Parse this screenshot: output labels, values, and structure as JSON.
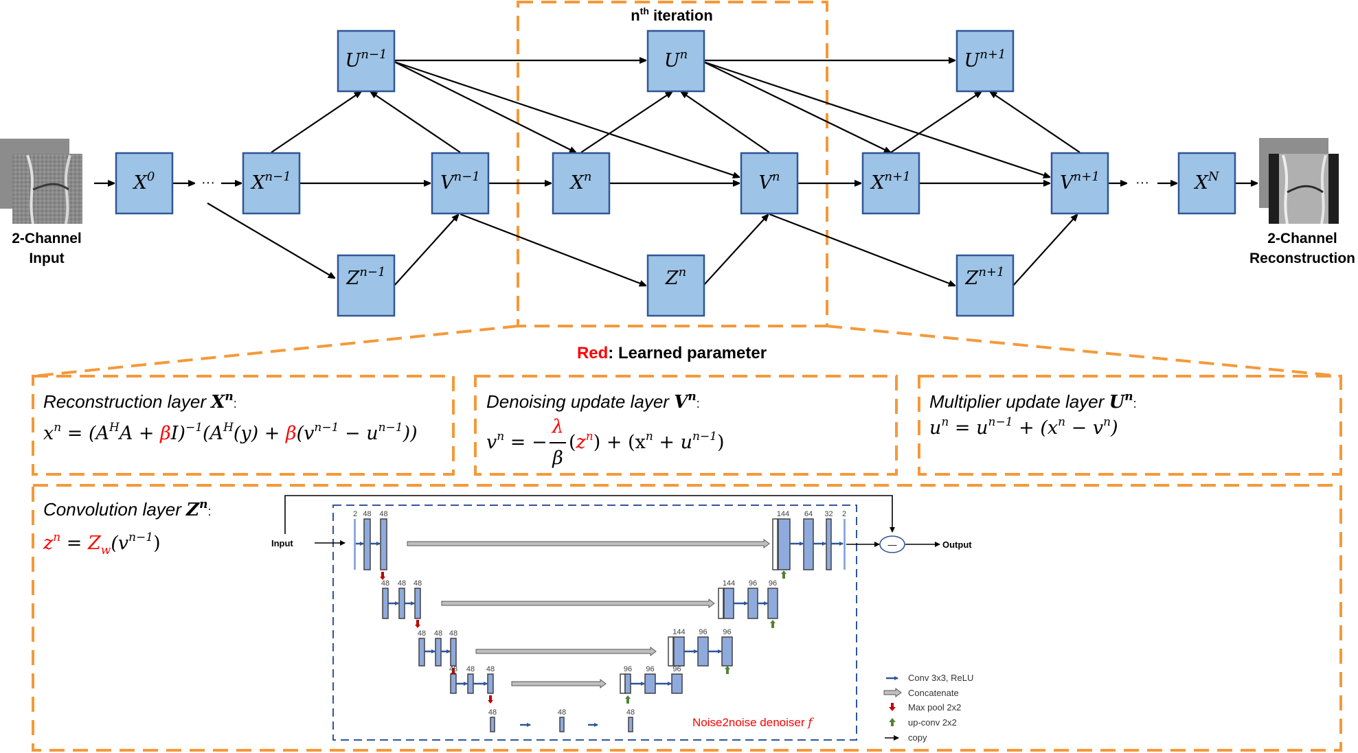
{
  "title": {
    "iteration_label": "n",
    "iteration_sup": "th",
    "iteration_rest": " iteration"
  },
  "input": {
    "line1": "2-Channel",
    "line2": "Input"
  },
  "output": {
    "line1": "2-Channel",
    "line2": "Reconstruction"
  },
  "nodes": {
    "x0": {
      "base": "X",
      "sup": "0"
    },
    "xnm1": {
      "base": "X",
      "sup": "n−1"
    },
    "vnm1": {
      "base": "V",
      "sup": "n−1"
    },
    "xn": {
      "base": "X",
      "sup": "n"
    },
    "vn": {
      "base": "V",
      "sup": "n"
    },
    "xnp1": {
      "base": "X",
      "sup": "n+1"
    },
    "vnp1": {
      "base": "V",
      "sup": "n+1"
    },
    "xN": {
      "base": "X",
      "sup": "N"
    },
    "unm1": {
      "base": "U",
      "sup": "n−1"
    },
    "un": {
      "base": "U",
      "sup": "n"
    },
    "unp1": {
      "base": "U",
      "sup": "n+1"
    },
    "znm1": {
      "base": "Z",
      "sup": "n−1"
    },
    "zn": {
      "base": "Z",
      "sup": "n"
    },
    "znp1": {
      "base": "Z",
      "sup": "n+1"
    }
  },
  "ellipsis": "···",
  "legend_note": {
    "red_word": "Red",
    "rest": ": Learned parameter"
  },
  "panels": {
    "reconstruction": {
      "title": "Reconstruction layer ",
      "title_sym": "X",
      "title_sup": "n",
      "colon": ":",
      "eq_parts": [
        "x",
        "n",
        " = (A",
        "H",
        "A + ",
        "β",
        "I)",
        "−1",
        "(A",
        "H",
        "(y) + ",
        "β",
        "(v",
        "n−1",
        " − u",
        "n−1",
        "))"
      ]
    },
    "denoising": {
      "title": "Denoising update layer ",
      "title_sym": "V",
      "title_sup": "n",
      "colon": ":",
      "lhs": "v",
      "lhs_sup": "n",
      "eq_minus": " = −",
      "frac_num": "λ",
      "frac_den": "β",
      "z_open": "(",
      "z_sym": "z",
      "z_sup": "n",
      "rest": ") + (x",
      "rest_sup1": "n",
      "rest2": " + u",
      "rest_sup2": "n−1",
      "rest3": ")"
    },
    "multiplier": {
      "title": "Multiplier update layer ",
      "title_sym": "U",
      "title_sup": "n",
      "colon": ":",
      "eq": [
        "u",
        "n",
        " = u",
        "n−1",
        " + (x",
        "n",
        " − v",
        "n",
        ")"
      ]
    },
    "convolution": {
      "title": "Convolution layer ",
      "title_sym": "Z",
      "title_sup": "n",
      "colon": ":",
      "lhs": "z",
      "lhs_sup": "n",
      "eq": " = ",
      "fn": "Z",
      "fn_sub": "w",
      "arg": "(v",
      "arg_sup": "n−1",
      "close": ")"
    }
  },
  "unet": {
    "input_label": "Input",
    "output_label": "Output",
    "minus_symbol": "—",
    "caption": "Noise2noise denoiser ",
    "caption_f": "f",
    "level1_enc": [
      "2",
      "48",
      "48"
    ],
    "level1_dec": [
      "144",
      "64",
      "32",
      "2"
    ],
    "level2_enc": [
      "48",
      "48",
      "48"
    ],
    "level2_dec": [
      "144",
      "96",
      "96"
    ],
    "level3_enc": [
      "48",
      "48",
      "48"
    ],
    "level3_dec": [
      "144",
      "96",
      "96"
    ],
    "level4_enc": [
      "48",
      "48",
      "48"
    ],
    "level4_dec": [
      "96",
      "96",
      "96"
    ],
    "bottom": [
      "48",
      "48",
      "48"
    ],
    "legend": [
      {
        "icon": "blue-arrow-icon",
        "label": "Conv 3x3, ReLU"
      },
      {
        "icon": "gray-double-arrow-icon",
        "label": "Concatenate"
      },
      {
        "icon": "red-down-arrow-icon",
        "label": "Max pool 2x2"
      },
      {
        "icon": "green-up-arrow-icon",
        "label": "up-conv 2x2"
      },
      {
        "icon": "black-arrow-icon",
        "label": "copy"
      }
    ]
  },
  "colors": {
    "box_fill": "#9dc3e6",
    "box_stroke": "#2f5597",
    "dashed_orange": "#f4993a",
    "learned_red": "#ff0000",
    "unet_layer": "#8faadc",
    "conv_arrow": "#2f5597",
    "maxpool": "#c00000",
    "upconv": "#548235"
  }
}
